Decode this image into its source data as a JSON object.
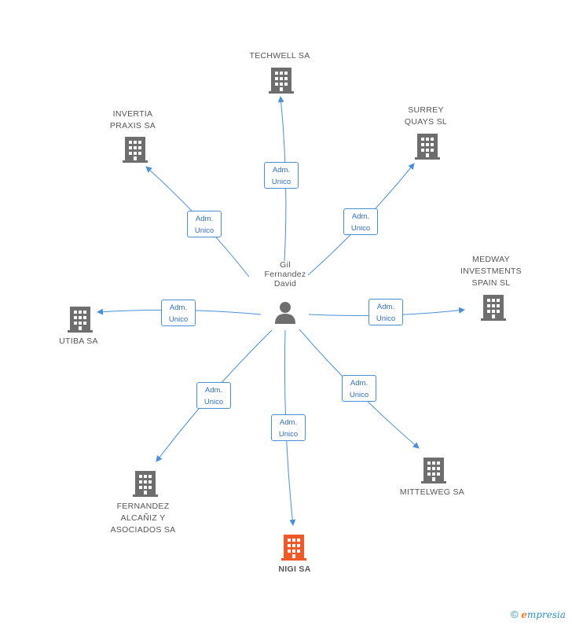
{
  "center": {
    "name": "Gil\nFernandez\nDavid",
    "icon": "person-icon"
  },
  "relation_label": "Adm.\nUnico",
  "colors": {
    "edge": "#4a90d9",
    "building": "#6e6e6e",
    "building_highlight": "#f05a28",
    "person": "#6e6e6e"
  },
  "companies": [
    {
      "id": "techwell",
      "name": "TECHWELL SA",
      "highlight": false
    },
    {
      "id": "invertia",
      "name": "INVERTIA\nPRAXIS SA",
      "highlight": false
    },
    {
      "id": "surrey",
      "name": "SURREY\nQUAYS SL",
      "highlight": false
    },
    {
      "id": "medway",
      "name": "MEDWAY\nINVESTMENTS\nSPAIN SL",
      "highlight": false
    },
    {
      "id": "utiba",
      "name": "UTIBA SA",
      "highlight": false
    },
    {
      "id": "fernandez",
      "name": "FERNANDEZ\nALCAÑIZ Y\nASOCIADOS SA",
      "highlight": false
    },
    {
      "id": "nigi",
      "name": "NIGI SA",
      "highlight": true
    },
    {
      "id": "mittelweg",
      "name": "MITTELWEG SA",
      "highlight": false
    }
  ],
  "footer": {
    "copyright": "©",
    "brand_initial": "e",
    "brand_rest": "mpresia"
  }
}
